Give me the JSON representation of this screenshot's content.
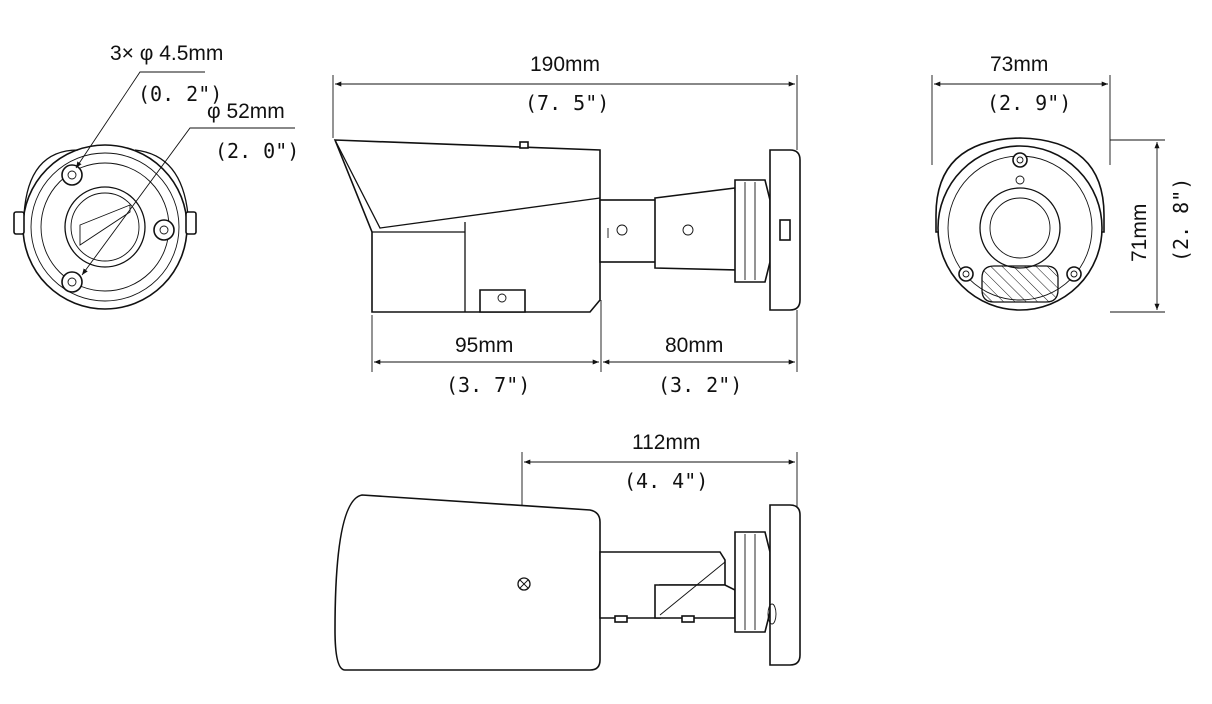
{
  "mount_view": {
    "hole_dim": "3× φ 4.5mm",
    "hole_dim_in": "(0. 2\")",
    "base_dim": "φ 52mm",
    "base_dim_in": "(2. 0\")"
  },
  "side_view": {
    "total_length": "190mm",
    "total_length_in": "(7. 5\")",
    "body_length": "95mm",
    "body_length_in": "(3. 7\")",
    "bracket_length": "80mm",
    "bracket_length_in": "(3. 2\")"
  },
  "front_view": {
    "width": "73mm",
    "width_in": "(2. 9\")",
    "height": "71mm",
    "height_in": "(2. 8\")"
  },
  "top_view": {
    "depth": "112mm",
    "depth_in": "(4. 4\")"
  }
}
